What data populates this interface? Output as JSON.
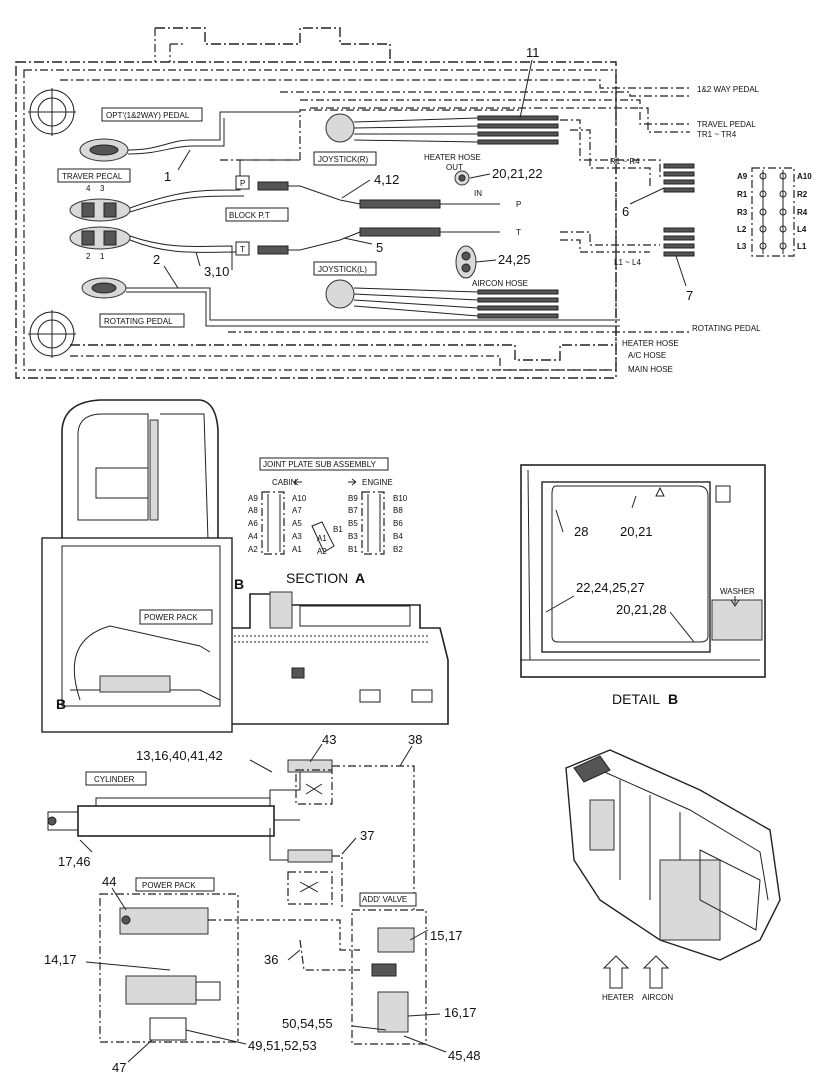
{
  "top_section": {
    "callouts": {
      "c11": "11",
      "c1": "1",
      "c2": "2",
      "c3_10": "3,10",
      "c4_12": "4,12",
      "c5": "5",
      "c6": "6",
      "c7": "7",
      "c20_21_22": "20,21,22",
      "c24_25": "24,25"
    },
    "labels": {
      "opt_pedal": "OPT'(1&2WAY) PEDAL",
      "traver_pecal": "TRAVER PECAL",
      "rotating_pedal_box": "ROTATING PEDAL",
      "joystick_r": "JOYSTICK(R)",
      "joystick_l": "JOYSTICK(L)",
      "block_pt": "BLOCK P.T",
      "p_box": "P",
      "t_box": "T",
      "p_line": "P",
      "t_line": "T",
      "heater_hose": "HEATER HOSE",
      "out": "OUT",
      "in": "IN",
      "aircon_hose": "AIRCON HOSE",
      "way_pedal": "1&2 WAY PEDAL",
      "travel_pedal": "TRAVEL PEDAL",
      "tr1_tr4": "TR1 ~ TR4",
      "r1_r4": "R1 ~ R4",
      "l1_l4": "L1 ~ L4",
      "rotating_pedal": "ROTATING PEDAL",
      "heater_hose2": "HEATER HOSE",
      "ac_hose": "A/C HOSE",
      "main_hose": "MAIN HOSE",
      "num_4": "4",
      "num_3": "3",
      "num_2": "2",
      "num_1": "1"
    },
    "port_table": {
      "rows": [
        {
          "left": "A9",
          "right": "A10"
        },
        {
          "left": "R1",
          "right": "R2"
        },
        {
          "left": "R3",
          "right": "R4"
        },
        {
          "left": "L2",
          "right": "L4"
        },
        {
          "left": "L3",
          "right": "L1"
        }
      ]
    }
  },
  "middle_section": {
    "joint_plate": {
      "title": "JOINT PLATE SUB ASSEMBLY",
      "cabin": "CABIN",
      "engine": "ENGINE",
      "left_rows": [
        {
          "l": "A9",
          "r": "A10"
        },
        {
          "l": "A8",
          "r": "A7"
        },
        {
          "l": "A6",
          "r": "A5"
        },
        {
          "l": "A4",
          "r": "A3"
        },
        {
          "l": "A2",
          "r": "A1"
        }
      ],
      "right_rows": [
        {
          "l": "B9",
          "r": "B10"
        },
        {
          "l": "B7",
          "r": "B8"
        },
        {
          "l": "B5",
          "r": "B6"
        },
        {
          "l": "B3",
          "r": "B4"
        },
        {
          "l": "B1",
          "r": "B2"
        }
      ],
      "small_b1": "B1",
      "small_a1": "A1",
      "small_a2": "A2"
    },
    "section_a": "SECTION",
    "section_a_letter": "A",
    "power_pack": "POWER PACK",
    "b_mark": "B",
    "detail_b": {
      "title": "DETAIL",
      "letter": "B",
      "c28": "28",
      "c20_21": "20,21",
      "c22_24_25_27": "22,24,25,27",
      "c20_21_28": "20,21,28",
      "washer": "WASHER"
    }
  },
  "bottom_section": {
    "callouts": {
      "c13_16_40_41_42": "13,16,40,41,42",
      "c43": "43",
      "c38": "38",
      "c37": "37",
      "c17_46": "17,46",
      "c44": "44",
      "c15_17": "15,17",
      "c36": "36",
      "c14_17": "14,17",
      "c16_17": "16,17",
      "c50_54_55": "50,54,55",
      "c45_48": "45,48",
      "c49_51_52_53": "49,51,52,53",
      "c47": "47"
    },
    "labels": {
      "cylinder": "CYLINDER",
      "power_pack": "POWER PACK",
      "add_valve": "ADD' VALVE",
      "heater": "HEATER",
      "aircon": "AIRCON"
    }
  }
}
